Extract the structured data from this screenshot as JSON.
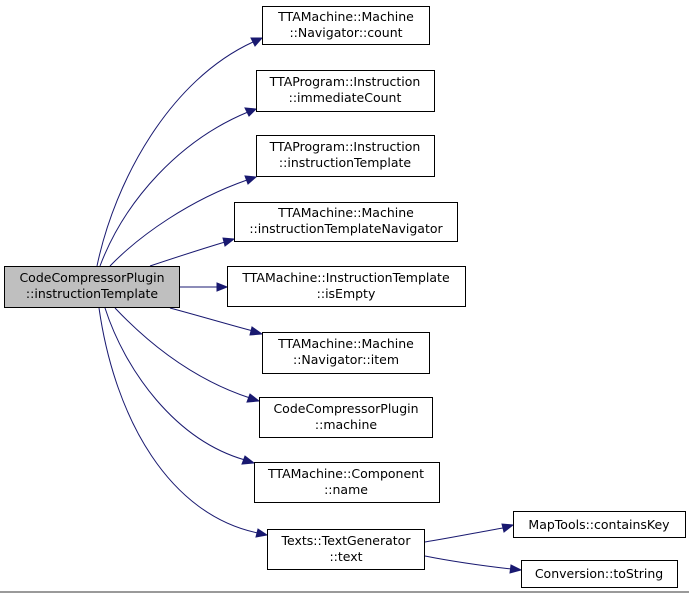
{
  "colors": {
    "edge": "#191970",
    "root_fill": "#bfbfbf",
    "node_fill": "#ffffff",
    "node_stroke": "#000000"
  },
  "nodes": {
    "root": {
      "line1": "CodeCompressorPlugin",
      "line2": "::instructionTemplate"
    },
    "n1": {
      "line1": "TTAMachine::Machine",
      "line2": "::Navigator::count"
    },
    "n2": {
      "line1": "TTAProgram::Instruction",
      "line2": "::immediateCount"
    },
    "n3": {
      "line1": "TTAProgram::Instruction",
      "line2": "::instructionTemplate"
    },
    "n4": {
      "line1": "TTAMachine::Machine",
      "line2": "::instructionTemplateNavigator"
    },
    "n5": {
      "line1": "TTAMachine::InstructionTemplate",
      "line2": "::isEmpty"
    },
    "n6": {
      "line1": "TTAMachine::Machine",
      "line2": "::Navigator::item"
    },
    "n7": {
      "line1": "CodeCompressorPlugin",
      "line2": "::machine"
    },
    "n8": {
      "line1": "TTAMachine::Component",
      "line2": "::name"
    },
    "n9": {
      "line1": "Texts::TextGenerator",
      "line2": "::text"
    },
    "n10": {
      "line1": "MapTools::containsKey"
    },
    "n11": {
      "line1": "Conversion::toString"
    }
  }
}
